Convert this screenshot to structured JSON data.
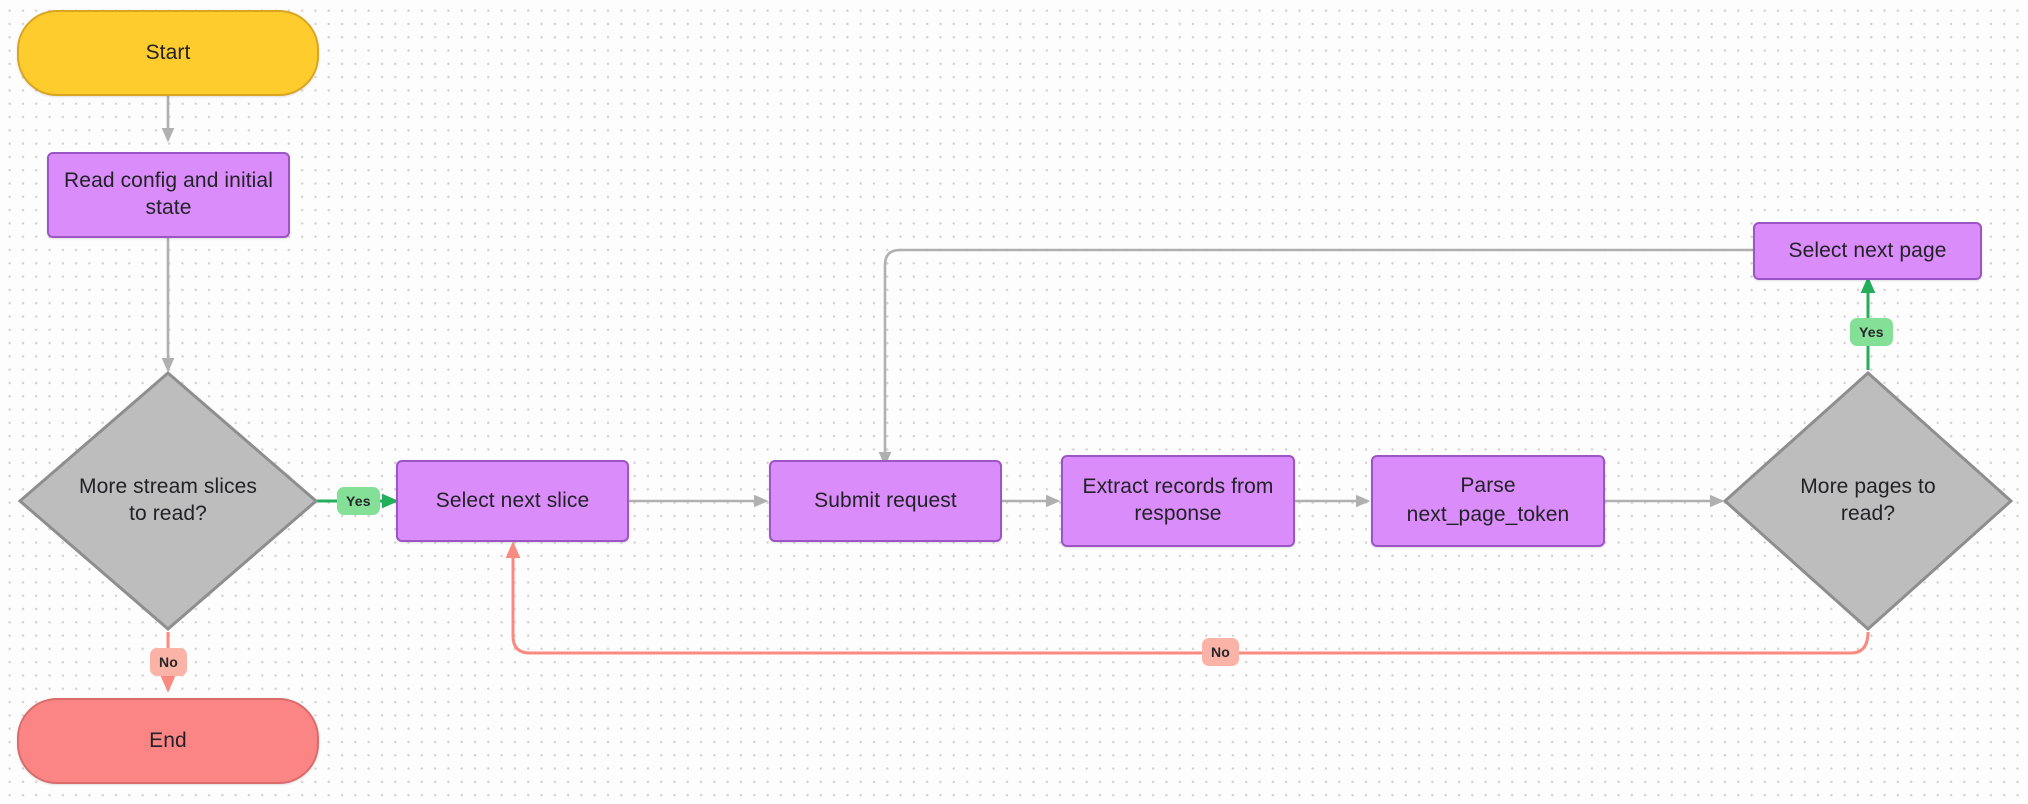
{
  "diagram": {
    "title": "Stream read flowchart",
    "type": "flowchart",
    "colors": {
      "start_fill": "#ffcc2e",
      "start_stroke": "#d9a520",
      "end_fill": "#fb8585",
      "end_stroke": "#d96b6b",
      "process_fill": "#d98cfa",
      "process_stroke": "#9b55c4",
      "decision_fill": "#bdbdbd",
      "decision_stroke": "#8e8e8e",
      "edge_default": "#b0b0b0",
      "edge_yes": "#22ae5a",
      "edge_no": "#f98a80",
      "badge_yes_fill": "#84e096",
      "badge_no_fill": "#fcb3a7",
      "canvas_bg": "#fdfdfd",
      "grid_dot": "#d8d2d2",
      "text": "#222226"
    },
    "nodes": [
      {
        "id": "start",
        "label": "Start",
        "shape": "terminator"
      },
      {
        "id": "read_config",
        "label": "Read config and initial state",
        "shape": "process"
      },
      {
        "id": "more_slices",
        "label": "More stream slices to read?",
        "shape": "decision"
      },
      {
        "id": "end",
        "label": "End",
        "shape": "terminator"
      },
      {
        "id": "select_slice",
        "label": "Select next slice",
        "shape": "process"
      },
      {
        "id": "submit_request",
        "label": "Submit request",
        "shape": "process"
      },
      {
        "id": "extract_records",
        "label": "Extract records from response",
        "shape": "process"
      },
      {
        "id": "parse_token",
        "label": "Parse next_page_token",
        "shape": "process"
      },
      {
        "id": "more_pages",
        "label": "More pages to read?",
        "shape": "decision"
      },
      {
        "id": "select_page",
        "label": "Select next page",
        "shape": "process"
      }
    ],
    "edges": [
      {
        "from": "start",
        "to": "read_config",
        "label": "",
        "style": "default"
      },
      {
        "from": "read_config",
        "to": "more_slices",
        "label": "",
        "style": "default"
      },
      {
        "from": "more_slices",
        "to": "select_slice",
        "label": "Yes",
        "style": "yes"
      },
      {
        "from": "more_slices",
        "to": "end",
        "label": "No",
        "style": "no"
      },
      {
        "from": "select_slice",
        "to": "submit_request",
        "label": "",
        "style": "default"
      },
      {
        "from": "submit_request",
        "to": "extract_records",
        "label": "",
        "style": "default"
      },
      {
        "from": "extract_records",
        "to": "parse_token",
        "label": "",
        "style": "default"
      },
      {
        "from": "parse_token",
        "to": "more_pages",
        "label": "",
        "style": "default"
      },
      {
        "from": "more_pages",
        "to": "select_page",
        "label": "Yes",
        "style": "yes"
      },
      {
        "from": "more_pages",
        "to": "select_slice",
        "label": "No",
        "style": "no"
      },
      {
        "from": "select_page",
        "to": "submit_request",
        "label": "",
        "style": "default"
      }
    ],
    "labels": {
      "start": "Start",
      "read_config": "Read config and initial state",
      "more_slices": "More stream slices to read?",
      "end": "End",
      "select_slice": "Select next slice",
      "submit_request": "Submit request",
      "extract_records": "Extract records from response",
      "parse_token_line1": "Parse",
      "parse_token_line2": "next_page_token",
      "more_pages": "More pages to read?",
      "select_page": "Select next page",
      "yes_slices": "Yes",
      "no_slices": "No",
      "yes_pages": "Yes",
      "no_pages": "No"
    }
  }
}
